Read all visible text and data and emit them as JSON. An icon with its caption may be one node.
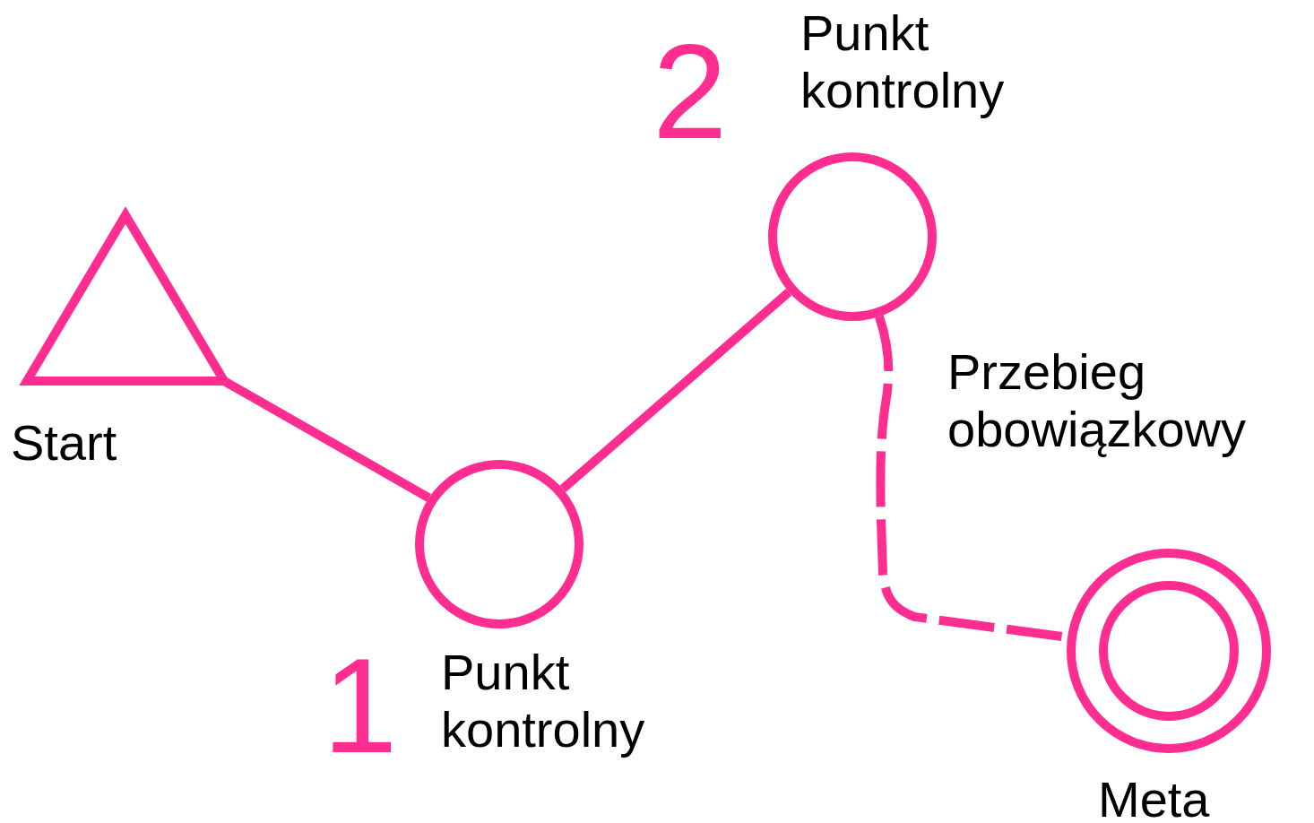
{
  "diagram": {
    "nodes": [
      {
        "text": [
          "Start"
        ]
      },
      {
        "text": [
          "Punkt kontrolny"
        ],
        "beside": [
          "1"
        ]
      },
      {
        "text": [
          "Punkt kontrolny"
        ],
        "beside": [
          "2"
        ]
      },
      {
        "text": [
          "Meta"
        ]
      }
    ],
    "edges": [
      {
        "from": 0,
        "to": 1,
        "arrow": "none"
      },
      {
        "from": 1,
        "to": 2,
        "arrow": "none"
      },
      {
        "from": 2,
        "to": 3,
        "arrow": "none",
        "style": "dashed",
        "label": "Przebieg obowiązkowy"
      }
    ]
  }
}
